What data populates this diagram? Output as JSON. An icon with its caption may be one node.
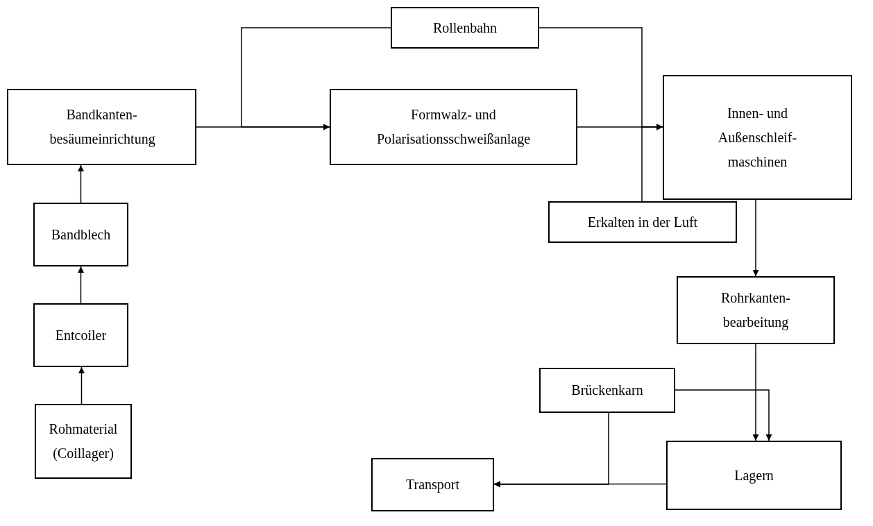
{
  "diagram": {
    "nodes": [
      {
        "text": [
          "Rohmaterial (Coillager)"
        ]
      },
      {
        "text": [
          "Entcoiler"
        ]
      },
      {
        "text": [
          "Bandblech"
        ]
      },
      {
        "text": [
          "Bandkanten- besäumeinrichtung"
        ]
      },
      {
        "text": [
          "Rollenbahn"
        ]
      },
      {
        "text": [
          "Formwalz- und Polarisationsschweißanlage"
        ]
      },
      {
        "text": [
          "Innen- und Außenschleif- maschinen"
        ]
      },
      {
        "text": [
          "Erkalten in der Luft"
        ]
      },
      {
        "text": [
          "Rohrkanten- bearbeitung"
        ]
      },
      {
        "text": [
          "Brückenkarn"
        ]
      },
      {
        "text": [
          "Lagern"
        ]
      },
      {
        "text": [
          "Transport"
        ]
      }
    ],
    "edges": [
      {
        "from": 0,
        "to": 1,
        "arrow": "to"
      },
      {
        "from": 1,
        "to": 2,
        "arrow": "to"
      },
      {
        "from": 2,
        "to": 3,
        "arrow": "to"
      },
      {
        "from": 3,
        "to": 5,
        "arrow": "to"
      },
      {
        "from": 4,
        "to": 5,
        "arrow": "to"
      },
      {
        "from": 5,
        "to": 6,
        "arrow": "to"
      },
      {
        "from": 4,
        "to": 6,
        "arrow": "to"
      },
      {
        "from": 7,
        "to": 6,
        "arrow": "to"
      },
      {
        "from": 6,
        "to": 8,
        "arrow": "to"
      },
      {
        "from": 8,
        "to": 10,
        "arrow": "to"
      },
      {
        "from": 9,
        "to": 10,
        "arrow": "to"
      },
      {
        "from": 10,
        "to": 11,
        "arrow": "to"
      },
      {
        "from": 9,
        "to": 11,
        "arrow": "to"
      }
    ]
  }
}
